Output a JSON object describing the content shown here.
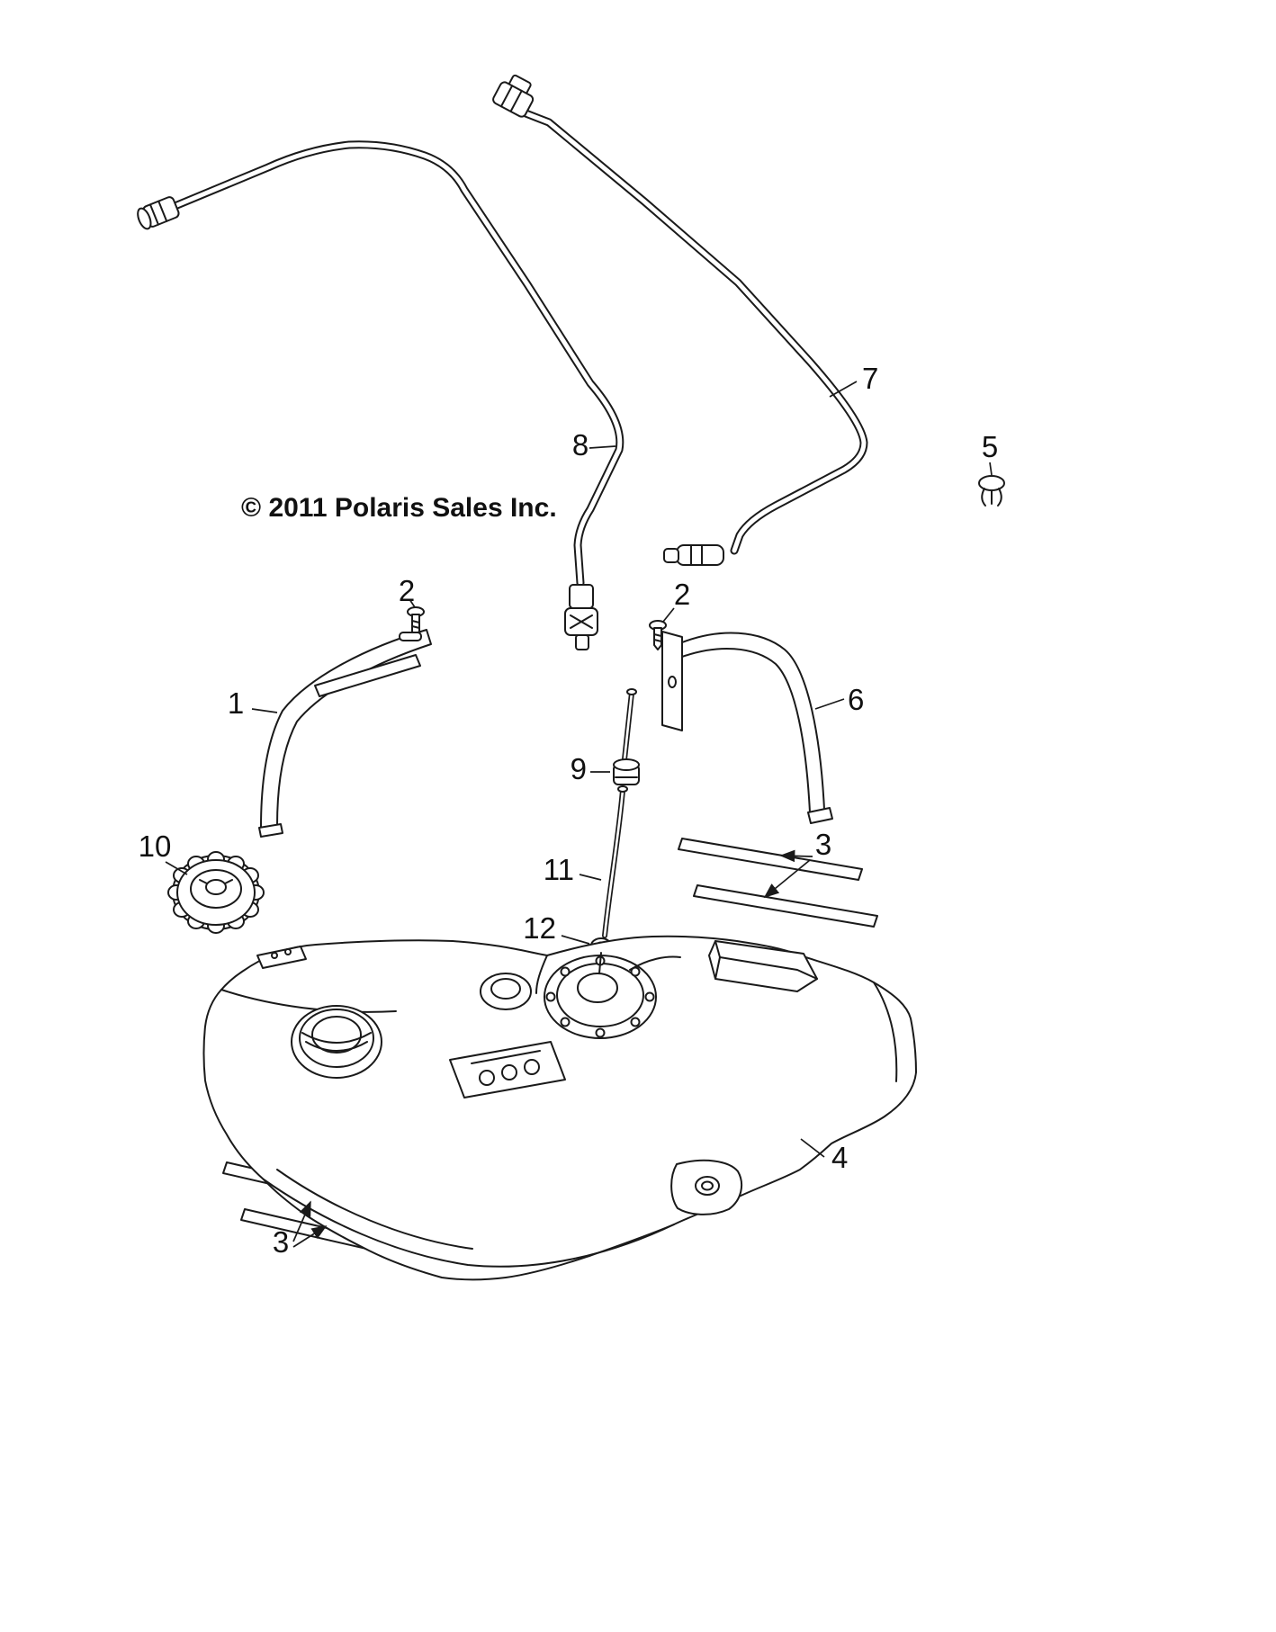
{
  "meta": {
    "copyright": "© 2011 Polaris Sales Inc."
  },
  "callouts": {
    "c1": "1",
    "c2a": "2",
    "c2b": "2",
    "c3_right": "3",
    "c3_bottom": "3",
    "c4": "4",
    "c5": "5",
    "c6": "6",
    "c7": "7",
    "c8": "8",
    "c9": "9",
    "c10": "10",
    "c11": "11",
    "c12": "12"
  },
  "diagram": {
    "line_color": "#1a1a1a",
    "background_color": "#ffffff"
  }
}
